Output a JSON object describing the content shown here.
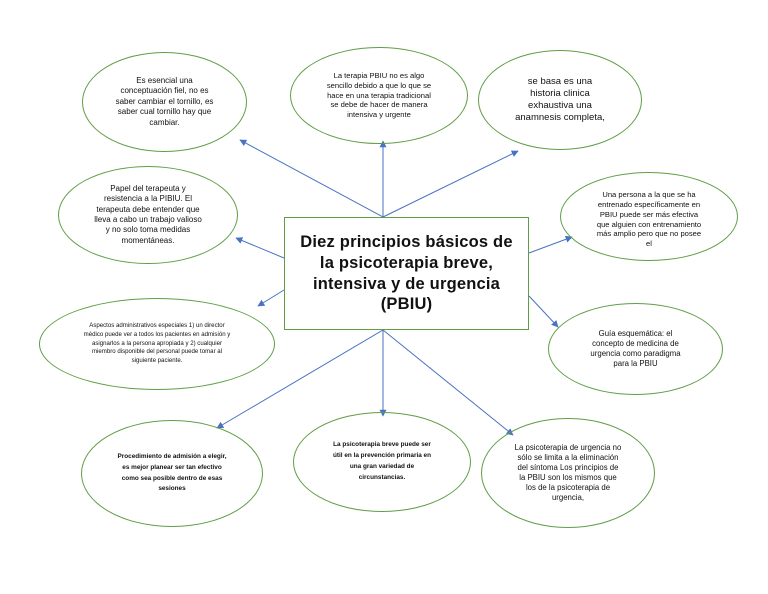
{
  "center": {
    "title": "Diez principios básicos de la psicoterapia breve, intensiva y de urgencia (PBIU)"
  },
  "nodes": [
    {
      "id": "top-left",
      "text": "Es esencial una conceptuación fiel, no es saber cambiar el tornillo, es saber cual tornillo hay que cambiar."
    },
    {
      "id": "top-center",
      "text": "La terapia PBIU no es algo sencillo debido a que lo que se hace en una terapia tradicional se debe de hacer de manera intensiva y urgente"
    },
    {
      "id": "top-right",
      "text": "se basa es una historia clinica exhaustiva una anamnesis completa,"
    },
    {
      "id": "mid-left",
      "text": "Papel del terapeuta y resistencia a la PIBIU. El terapeuta debe entender que lleva a cabo un trabajo valioso y no solo toma medidas momentáneas."
    },
    {
      "id": "mid-right",
      "text": "Una persona a la que se ha entrenado específicamente en PBIU puede ser más efectiva que alguien con entrenamiento más amplio pero que no posee el"
    },
    {
      "id": "lower-left",
      "text": "Aspectos administrativos especiales 1) un director médico puede ver a todos los pacientes en admisión y asignarlos a la persona apropiada y 2) cualquier miembro disponible del personal puede tomar al siguiente paciente."
    },
    {
      "id": "lower-right",
      "text": "Guía esquemática: el concepto de medicina de urgencia como paradigma para la PBIU"
    },
    {
      "id": "bottom-left",
      "text": "Procedimiento de admisión a elegir, es mejor planear ser tan efectivo como sea posible dentro de esas sesiones"
    },
    {
      "id": "bottom-center",
      "text": "La psicoterapia breve puede ser útil en la prevención primaria en una gran variedad de circunstancias."
    },
    {
      "id": "bottom-right",
      "text": "La psicoterapia de urgencia no sólo se limita a la eliminación del síntoma Los principios de la PBIU son los mismos que los de la psicoterapia de urgencia,"
    }
  ],
  "colors": {
    "border": "#5f9e46",
    "arrow": "#4a72c4"
  }
}
